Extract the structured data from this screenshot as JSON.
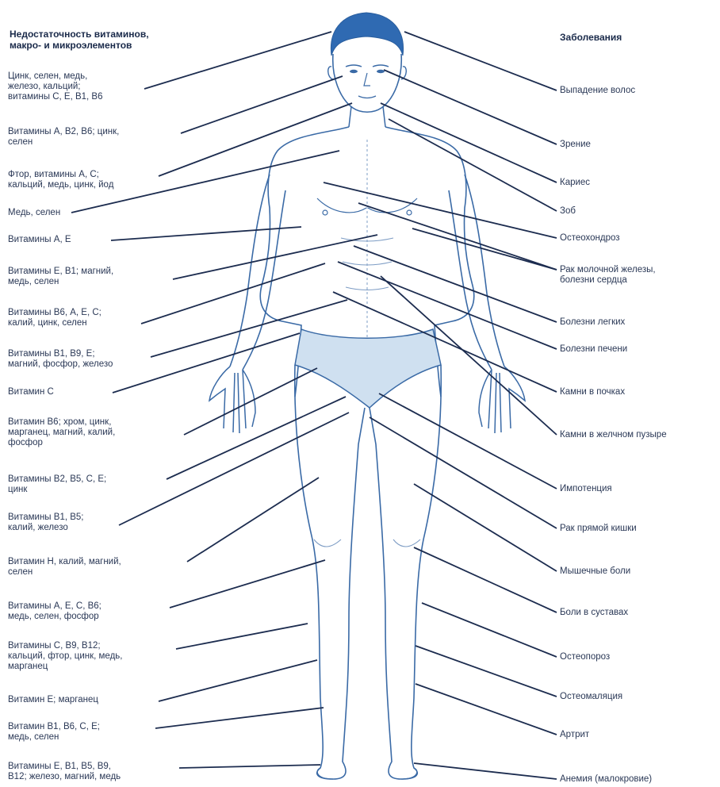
{
  "headers": {
    "left": "Недостаточность витаминов,\nмакро- и микроэлементов",
    "right": "Заболевания"
  },
  "left_labels": [
    "Цинк, селен, медь,\nжелезо, кальций;\nвитамины С, Е, В1, В6",
    "Витамины А, В2, В6; цинк,\nселен",
    "Фтор, витамины А, С;\nкальций, медь, цинк, йод",
    "Медь, селен",
    "Витамины А, Е",
    "Витамины Е, В1; магний,\nмедь, селен",
    "Витамины В6, А, Е, С;\nкалий, цинк, селен",
    "Витамины В1, В9, Е;\nмагний, фосфор, железо",
    "Витамин С",
    "Витамин В6; хром, цинк,\nмарганец, магний, калий,\nфосфор",
    "Витамины В2, В5, С, Е;\nцинк",
    "Витамины В1, В5;\nкалий, железо",
    "Витамин Н, калий, магний,\nселен",
    "Витамины А, Е, С, В6;\nмедь, селен, фосфор",
    "Витамины С, В9, В12;\nкальций, фтор, цинк, медь,\nмарганец",
    "Витамин Е; марганец",
    "Витамин В1, В6, С, Е;\nмедь, селен",
    "Витамины Е, В1, В5, В9,\nВ12; железо, магний, медь"
  ],
  "right_labels": [
    "Выпадение волос",
    "Зрение",
    "Кариес",
    "Зоб",
    "Остеохондроз",
    "Рак молочной железы,\nболезни сердца",
    "Болезни легких",
    "Болезни печени",
    "Камни в почках",
    "Камни в желчном пузыре",
    "Импотенция",
    "Рак прямой кишки",
    "Мышечные боли",
    "Боли в суставах",
    "Остеопороз",
    "Остеомаляция",
    "Артрит",
    "Анемия (малокровие)"
  ],
  "colors": {
    "line": "#1c2c4f",
    "body_outline": "#3a6aa6",
    "hair": "#2f6ab2",
    "briefs": "#cfe0f0"
  }
}
